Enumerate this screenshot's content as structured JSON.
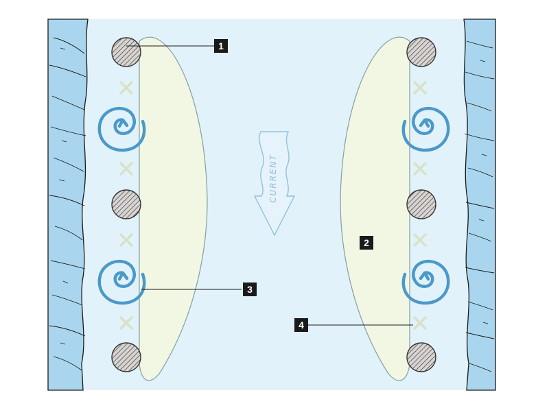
{
  "current_label": "CURRENT",
  "callouts": [
    "1",
    "2",
    "3",
    "4"
  ],
  "colors": {
    "water": "#e2f2fa",
    "bank": "#a9d6ee",
    "bank_line": "#1a1a1a",
    "eddy_zone": "#f2f7e3",
    "eddy_zone_stroke": "#8aa3a6",
    "swirl": "#4a99c9",
    "boulder_fill": "#d8d4d2",
    "boulder_stroke": "#333333",
    "x_marker": "#d7e2c6",
    "callout_bg": "#1a1a1a",
    "callout_text": "#ffffff",
    "arrow_stroke": "#8fc2de"
  },
  "icons": {
    "boulder": "hatched-circle",
    "eddy": "spiral-swirl",
    "marker": "x-mark",
    "flow": "down-arrow"
  }
}
